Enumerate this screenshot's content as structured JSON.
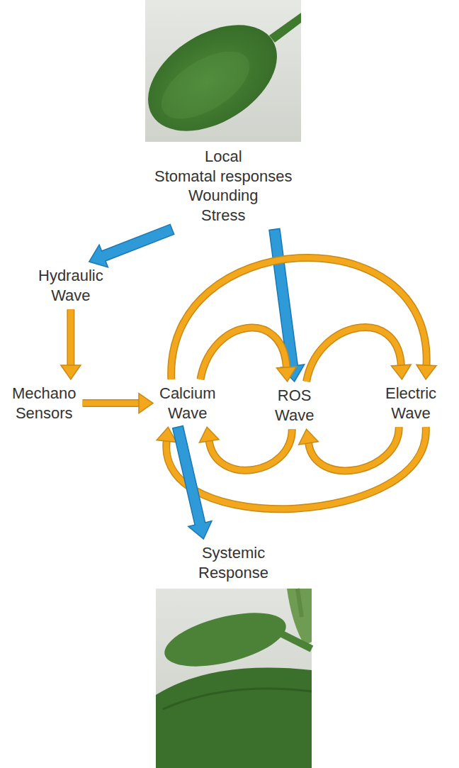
{
  "diagram": {
    "nodes": [
      {
        "text": [
          "Local",
          "Stomatal responses",
          "Wounding",
          "Stress"
        ]
      },
      {
        "text": [
          "Hydraulic Wave"
        ]
      },
      {
        "text": [
          "Mechano Sensors"
        ]
      },
      {
        "text": [
          "Calcium Wave"
        ]
      },
      {
        "text": [
          "ROS Wave"
        ]
      },
      {
        "text": [
          "Electric Wave"
        ]
      },
      {
        "text": [
          "Systemic Response"
        ]
      }
    ],
    "edges": [
      {
        "from": 0,
        "to": 1,
        "arrow": "to"
      },
      {
        "from": 0,
        "to": 4,
        "arrow": "to"
      },
      {
        "from": 1,
        "to": 2,
        "arrow": "to"
      },
      {
        "from": 2,
        "to": 3,
        "arrow": "to"
      },
      {
        "from": 3,
        "to": 4,
        "arrow": "to"
      },
      {
        "from": 4,
        "to": 3,
        "arrow": "to"
      },
      {
        "from": 4,
        "to": 5,
        "arrow": "to"
      },
      {
        "from": 5,
        "to": 4,
        "arrow": "to"
      },
      {
        "from": 3,
        "to": 5,
        "arrow": "to"
      },
      {
        "from": 5,
        "to": 3,
        "arrow": "to"
      },
      {
        "from": 3,
        "to": 6,
        "arrow": "to"
      }
    ]
  }
}
